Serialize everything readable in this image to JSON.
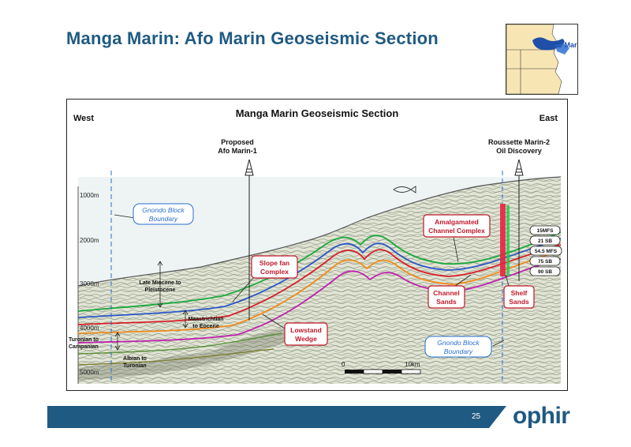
{
  "slide": {
    "title": "Manga Marin:  Afo Marin Geoseismic Section",
    "page_number": "25",
    "logo": "ophir"
  },
  "inset_map": {
    "label": "Afo Marin",
    "colors": {
      "land": "#f7e6b4",
      "sea": "#ffffff",
      "block": "#1f4fa8"
    }
  },
  "section": {
    "title": "Manga Marin Geoseismic Section",
    "west": "West",
    "east": "East",
    "wells": [
      {
        "line1": "Proposed",
        "line2": "Afo Marin-1"
      },
      {
        "line1": "Roussette Marin-2",
        "line2": "Oil Discovery"
      }
    ],
    "depth_labels": [
      "1000m",
      "2000m",
      "3000m",
      "4000m",
      "5000m"
    ],
    "boundary_labels": [
      {
        "line1": "Gnondo Block",
        "line2": "Boundary"
      },
      {
        "line1": "Gnondo Block",
        "line2": "Boundary"
      }
    ],
    "callouts": [
      {
        "line1": "Slope fan",
        "line2": "Complex"
      },
      {
        "line1": "Lowstand",
        "line2": "Wedge"
      },
      {
        "line1": "Amalgamated",
        "line2": "Channel Complex"
      },
      {
        "line1": "Channel",
        "line2": "Sands"
      },
      {
        "line1": "Shelf",
        "line2": "Sands"
      }
    ],
    "intervals": [
      {
        "line1": "Late Miocene to",
        "line2": "Pleistocene"
      },
      {
        "line1": "Maastrichtian",
        "line2": "to Eocene"
      },
      {
        "line1": "Turonian to",
        "line2": "Campanian"
      },
      {
        "line1": "Albian to",
        "line2": "Turonian"
      }
    ],
    "horizon_tags": [
      "15MFS",
      "21 SB",
      "54.5 MFS",
      "75 SB",
      "90 SB"
    ],
    "scale": {
      "start": "0",
      "end": "10km"
    },
    "colors": {
      "green": "#19a83c",
      "blue": "#2c57c8",
      "red": "#d81f2a",
      "orange": "#f08a1c",
      "magenta": "#c020b0",
      "callout_border": "#c0182a",
      "boundary": "#2a6fd0"
    }
  }
}
